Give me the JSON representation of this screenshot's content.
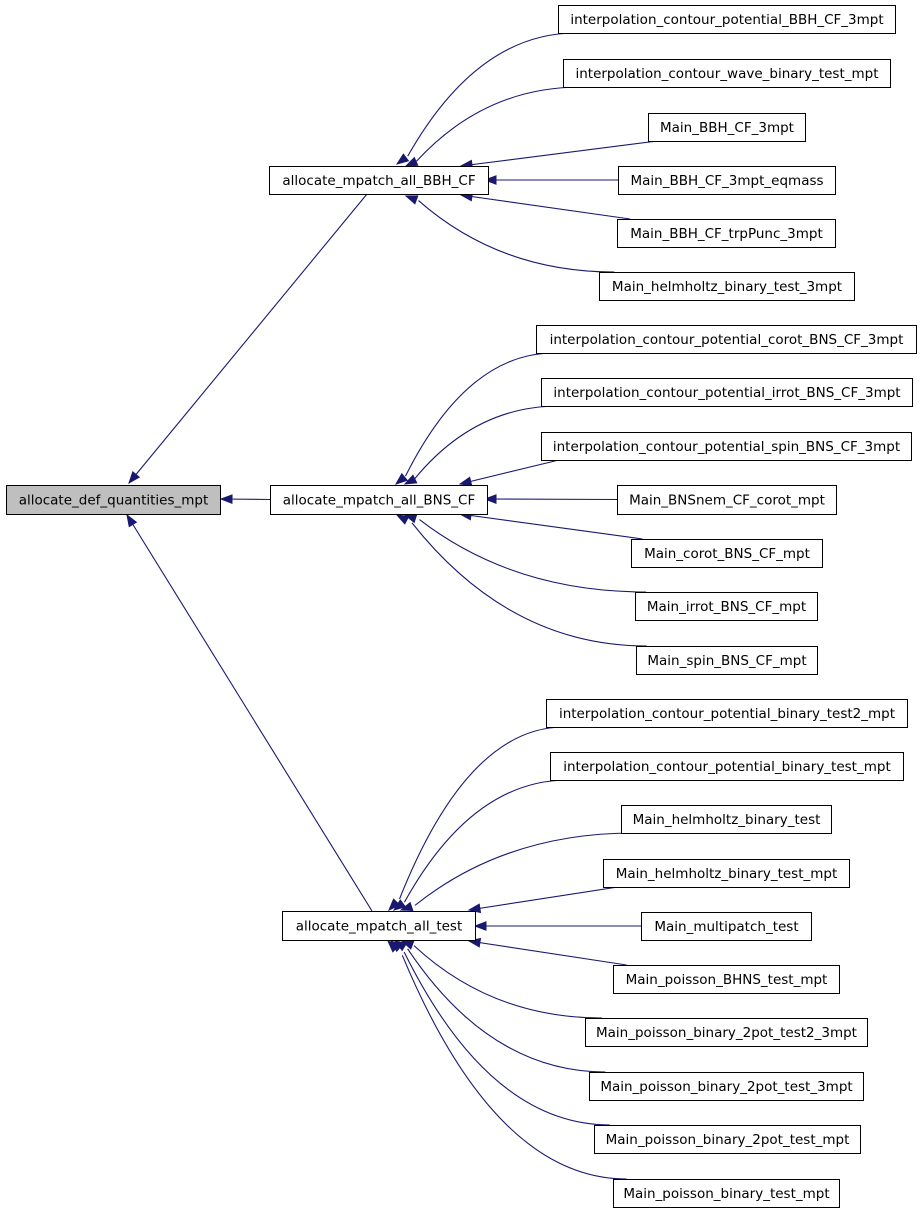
{
  "graph": {
    "root": {
      "label": "allocate_def_quantities_mpt"
    },
    "groups": [
      {
        "label": "allocate_mpatch_all_BBH_CF",
        "callers": [
          "interpolation_contour_potential_BBH_CF_3mpt",
          "interpolation_contour_wave_binary_test_mpt",
          "Main_BBH_CF_3mpt",
          "Main_BBH_CF_3mpt_eqmass",
          "Main_BBH_CF_trpPunc_3mpt",
          "Main_helmholtz_binary_test_3mpt"
        ]
      },
      {
        "label": "allocate_mpatch_all_BNS_CF",
        "callers": [
          "interpolation_contour_potential_corot_BNS_CF_3mpt",
          "interpolation_contour_potential_irrot_BNS_CF_3mpt",
          "interpolation_contour_potential_spin_BNS_CF_3mpt",
          "Main_BNSnem_CF_corot_mpt",
          "Main_corot_BNS_CF_mpt",
          "Main_irrot_BNS_CF_mpt",
          "Main_spin_BNS_CF_mpt"
        ]
      },
      {
        "label": "allocate_mpatch_all_test",
        "callers": [
          "interpolation_contour_potential_binary_test2_mpt",
          "interpolation_contour_potential_binary_test_mpt",
          "Main_helmholtz_binary_test",
          "Main_helmholtz_binary_test_mpt",
          "Main_multipatch_test",
          "Main_poisson_BHNS_test_mpt",
          "Main_poisson_binary_2pot_test2_3mpt",
          "Main_poisson_binary_2pot_test_3mpt",
          "Main_poisson_binary_2pot_test_mpt",
          "Main_poisson_binary_test_mpt"
        ]
      }
    ]
  },
  "colors": {
    "edge": "#191970",
    "node_border": "#000000",
    "node_fill": "#ffffff",
    "root_fill": "#bfbfbf"
  }
}
